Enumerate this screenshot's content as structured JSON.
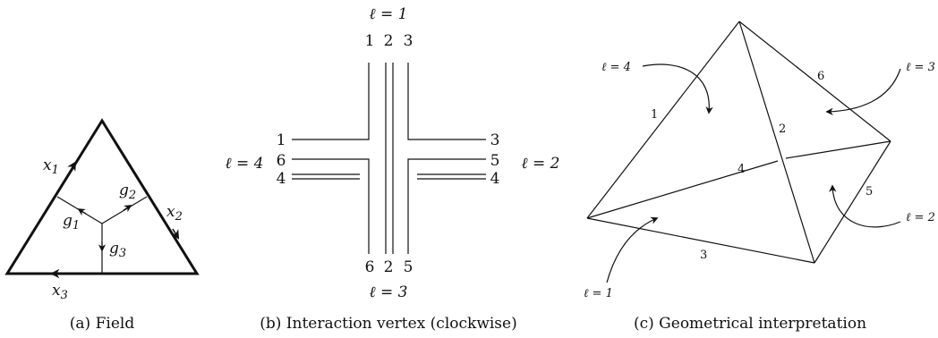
{
  "panel_a": {
    "caption": "(a) Field",
    "x1": "x",
    "x1_sub": "1",
    "x2": "x",
    "x2_sub": "2",
    "x3": "x",
    "x3_sub": "3",
    "g1": "g",
    "g1_sub": "1",
    "g2": "g",
    "g2_sub": "2",
    "g3": "g",
    "g3_sub": "3"
  },
  "panel_b": {
    "caption": "(b) Interaction vertex (clockwise)",
    "ell_top": "ℓ = 1",
    "ell_right": "ℓ = 2",
    "ell_bottom": "ℓ = 3",
    "ell_left": "ℓ = 4",
    "top_labels": [
      "1",
      "2",
      "3"
    ],
    "bottom_labels": [
      "6",
      "2",
      "5"
    ],
    "left_labels": [
      "1",
      "6",
      "4"
    ],
    "right_labels": [
      "3",
      "5",
      "4"
    ]
  },
  "panel_c": {
    "caption": "(c) Geometrical interpretation",
    "ell_1": "ℓ = 1",
    "ell_2": "ℓ = 2",
    "ell_3": "ℓ = 3",
    "ell_4": "ℓ = 4",
    "edges": [
      "1",
      "2",
      "3",
      "4",
      "5",
      "6"
    ]
  }
}
